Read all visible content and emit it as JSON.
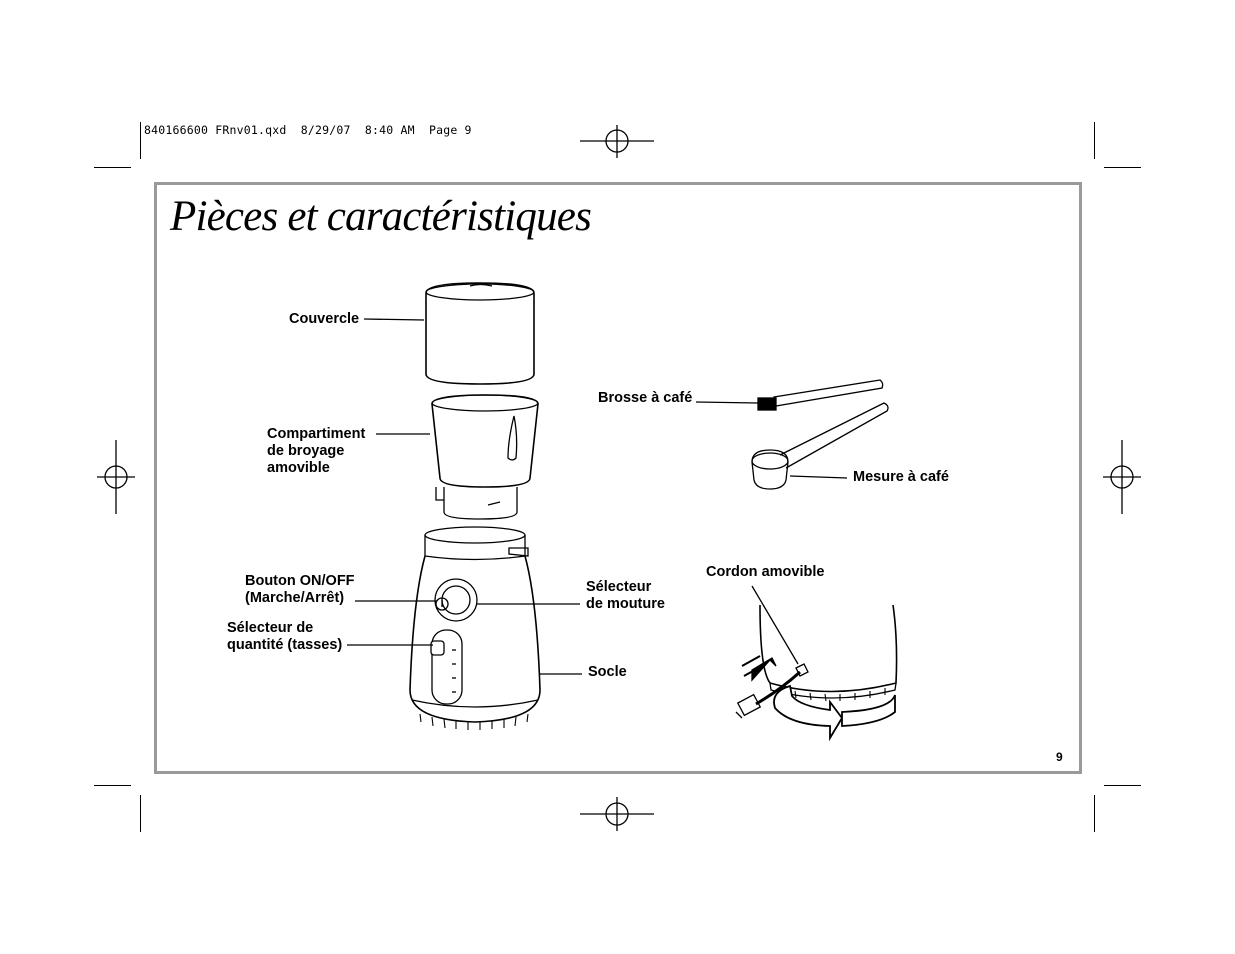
{
  "slug_line": "840166600 FRnv01.qxd  8/29/07  8:40 AM  Page 9",
  "title": "Pièces et caractéristiques",
  "page_number": "9",
  "labels": {
    "couvercle": "Couvercle",
    "compartiment": [
      "Compartiment",
      "de broyage",
      "amovible"
    ],
    "bouton": [
      "Bouton ON/OFF",
      "(Marche/Arrêt)"
    ],
    "selecteur_quantite": [
      "Sélecteur de",
      "quantité (tasses)"
    ],
    "selecteur_mouture": [
      "Sélecteur",
      "de mouture"
    ],
    "socle": "Socle",
    "brosse": "Brosse à café",
    "mesure": "Mesure à café",
    "cordon": "Cordon amovible"
  },
  "colors": {
    "frame": "#9a9a9a",
    "ink": "#000000"
  }
}
